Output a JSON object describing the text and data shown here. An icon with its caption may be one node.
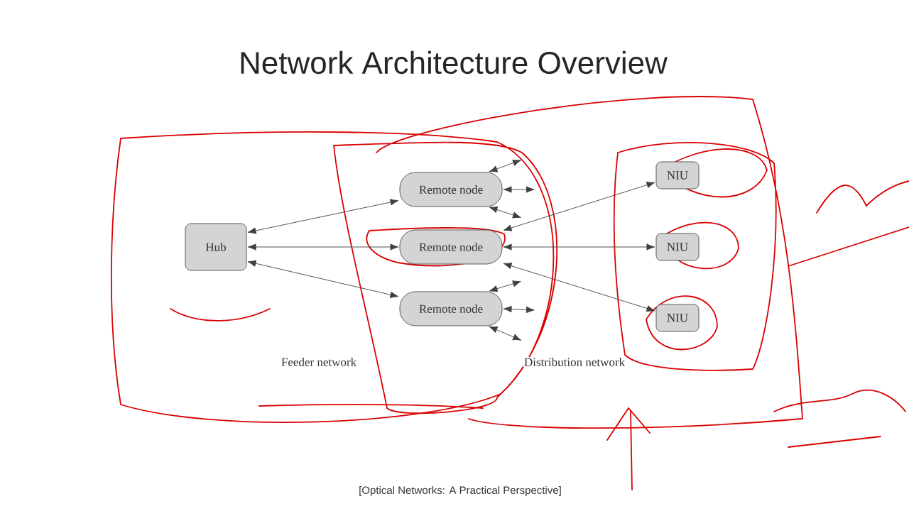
{
  "diagram": {
    "title": "Network Architecture Overview",
    "caption": "[Optical Networks: A Practical Perspective]",
    "nodes": [
      {
        "text": [
          "Hub"
        ]
      },
      {
        "text": [
          "Remote node"
        ]
      },
      {
        "text": [
          "Remote node"
        ]
      },
      {
        "text": [
          "Remote node"
        ]
      },
      {
        "text": [
          "NIU"
        ]
      },
      {
        "text": [
          "NIU"
        ]
      },
      {
        "text": [
          "NIU"
        ]
      }
    ],
    "edges": [
      {
        "from": 0,
        "to": 1,
        "arrow": "both"
      },
      {
        "from": 0,
        "to": 2,
        "arrow": "both"
      },
      {
        "from": 0,
        "to": 3,
        "arrow": "both"
      },
      {
        "from": 2,
        "to": 4,
        "arrow": "both"
      },
      {
        "from": 2,
        "to": 5,
        "arrow": "both"
      },
      {
        "from": 2,
        "to": 6,
        "arrow": "both"
      },
      {
        "from": 1,
        "to": null,
        "arrow": "both"
      },
      {
        "from": 1,
        "to": null,
        "arrow": "both"
      },
      {
        "from": 1,
        "to": null,
        "arrow": "both"
      },
      {
        "from": 3,
        "to": null,
        "arrow": "both"
      },
      {
        "from": 3,
        "to": null,
        "arrow": "both"
      },
      {
        "from": 3,
        "to": null,
        "arrow": "both"
      }
    ],
    "labels": [
      "Feeder network",
      "Distribution network"
    ]
  }
}
